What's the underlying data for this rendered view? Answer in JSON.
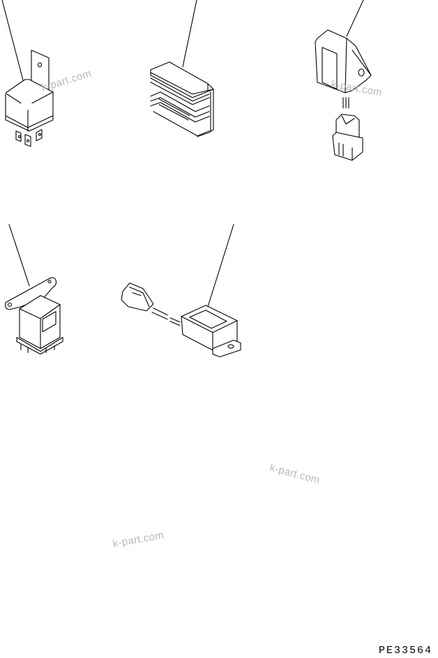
{
  "diagram": {
    "drawing_code": "PE33564",
    "watermarks": [
      "k-part.com",
      "k-part.com",
      "k-part.com",
      "k-part.com"
    ],
    "parts": [
      {
        "id": "relay-with-bracket",
        "position": "top-left"
      },
      {
        "id": "finned-module",
        "position": "top-center"
      },
      {
        "id": "controller-with-connector",
        "position": "top-right"
      },
      {
        "id": "flasher-relay-with-bracket",
        "position": "middle-left"
      },
      {
        "id": "sensor-module-with-connector",
        "position": "middle-center"
      }
    ],
    "colors": {
      "line": "#000000",
      "background": "#ffffff",
      "watermark": "#b8b8b8"
    }
  }
}
